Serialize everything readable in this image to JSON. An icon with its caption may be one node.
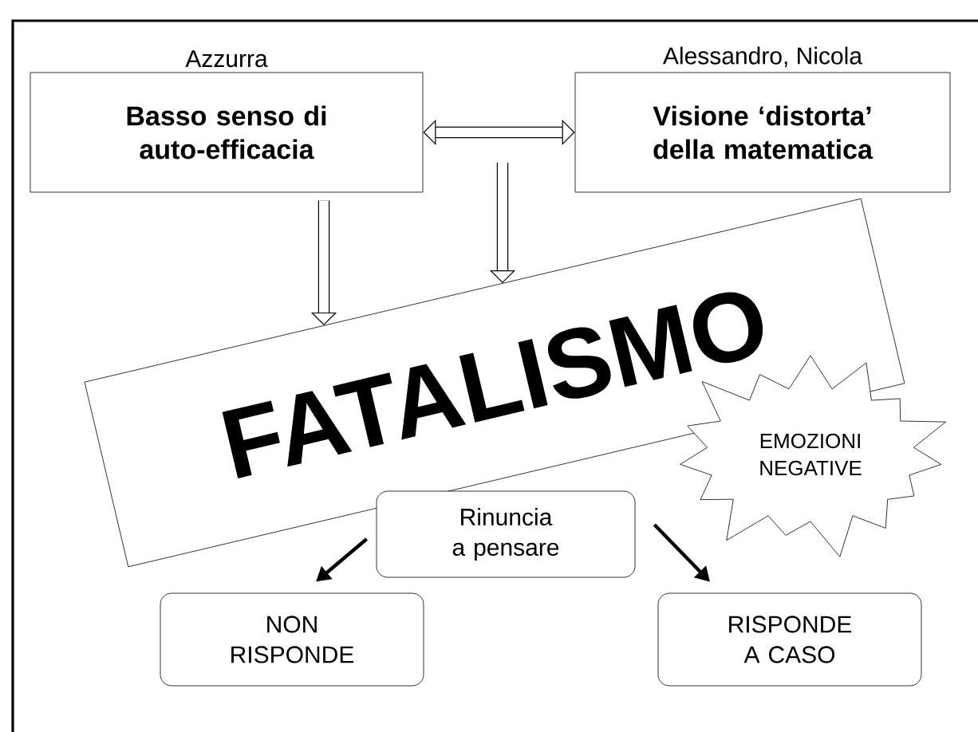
{
  "diagram": {
    "nodes": [
      {
        "text": [
          "Basso senso di auto-efficacia"
        ],
        "beside": [
          "Azzurra"
        ]
      },
      {
        "text": [
          "Visione ‘distorta’ della matematica"
        ],
        "beside": [
          "Alessandro, Nicola"
        ]
      },
      {
        "text": [
          "FATALISMO"
        ]
      },
      {
        "text": [
          "EMOZIONI NEGATIVE"
        ]
      },
      {
        "text": [
          "Rinuncia a pensare"
        ]
      },
      {
        "text": [
          "NON RISPONDE"
        ]
      },
      {
        "text": [
          "RISPONDE A CASO"
        ]
      }
    ],
    "edges": [
      {
        "from": 0,
        "to": 1,
        "arrow": "both"
      },
      {
        "from": 0,
        "to": 2,
        "arrow": "to"
      },
      {
        "from": null,
        "to": 2,
        "arrow": "to"
      },
      {
        "from": 4,
        "to": 5,
        "arrow": "to"
      },
      {
        "from": 4,
        "to": 6,
        "arrow": "to"
      }
    ]
  }
}
